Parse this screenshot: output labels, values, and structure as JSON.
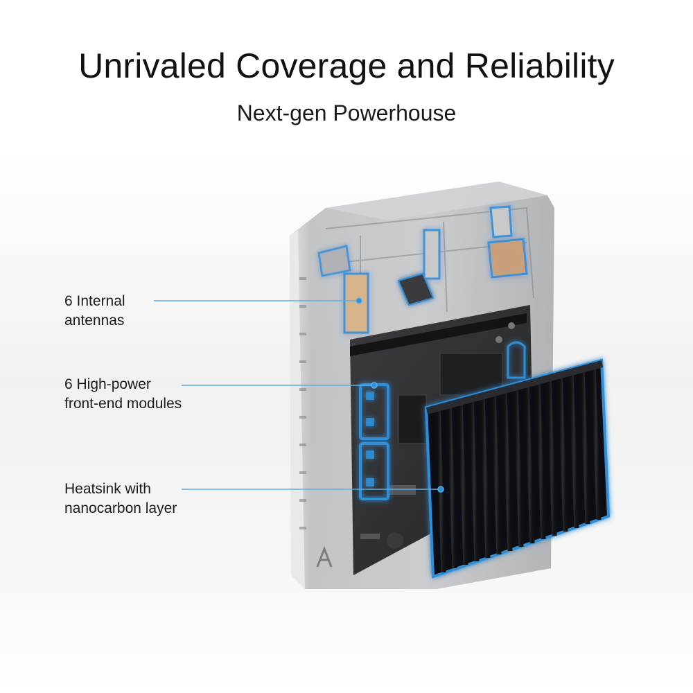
{
  "header": {
    "title": "Unrivaled Coverage and Reliability",
    "subtitle": "Next-gen Powerhouse"
  },
  "callouts": [
    {
      "line1": "6 Internal",
      "line2": "antennas"
    },
    {
      "line1": "6 High-power",
      "line2": "front-end modules"
    },
    {
      "line1": "Heatsink with",
      "line2": "nanocarbon layer"
    }
  ],
  "colors": {
    "accent": "#2f8fd8",
    "callout_line": "#5aaee6",
    "heatsink": "#1c1d1f",
    "board": "#2b2c2e",
    "shell": "#c9cacc"
  },
  "icons": {
    "logo": "brand-logo-icon"
  }
}
